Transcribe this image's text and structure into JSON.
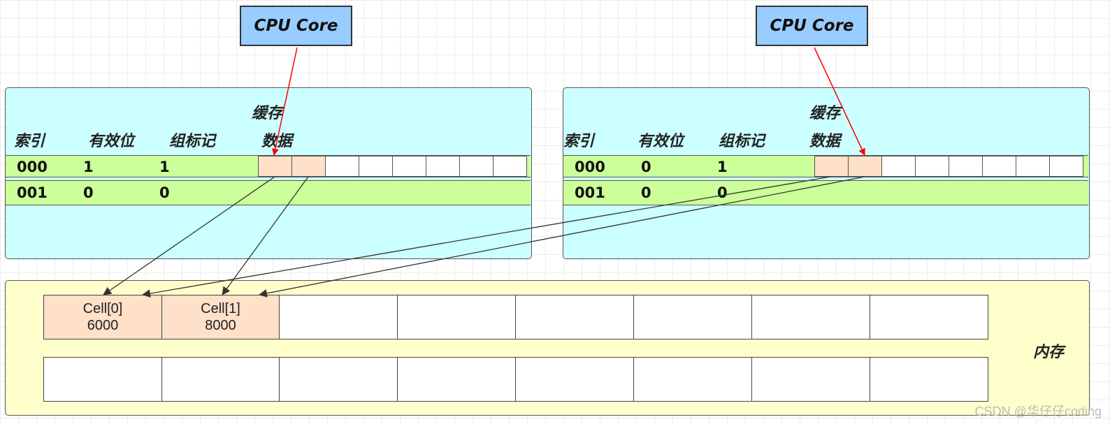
{
  "cpus": [
    {
      "label": "CPU Core"
    },
    {
      "label": "CPU Core"
    }
  ],
  "caches": [
    {
      "title": "缓存",
      "headers": {
        "index": "索引",
        "valid": "有效位",
        "tag": "组标记",
        "data": "数据"
      },
      "rows": [
        {
          "index": "000",
          "valid": "1",
          "tag": "1"
        },
        {
          "index": "001",
          "valid": "0",
          "tag": "0"
        }
      ]
    },
    {
      "title": "缓存",
      "headers": {
        "index": "索引",
        "valid": "有效位",
        "tag": "组标记",
        "data": "数据"
      },
      "rows": [
        {
          "index": "000",
          "valid": "0",
          "tag": "1"
        },
        {
          "index": "001",
          "valid": "0",
          "tag": "0"
        }
      ]
    }
  ],
  "memory": {
    "label": "内存",
    "cells": [
      {
        "name": "Cell[0]",
        "value": "6000"
      },
      {
        "name": "Cell[1]",
        "value": "8000"
      }
    ]
  },
  "colors": {
    "cpu": "#99ccff",
    "cache": "#ccffff",
    "cache_row": "#ccff99",
    "hot_cell": "#ffe0c8",
    "memory": "#ffffcc",
    "cpu_arrow": "#ff0000",
    "mem_arrow": "#333333"
  },
  "watermark": "CSDN @华仔仔coding"
}
